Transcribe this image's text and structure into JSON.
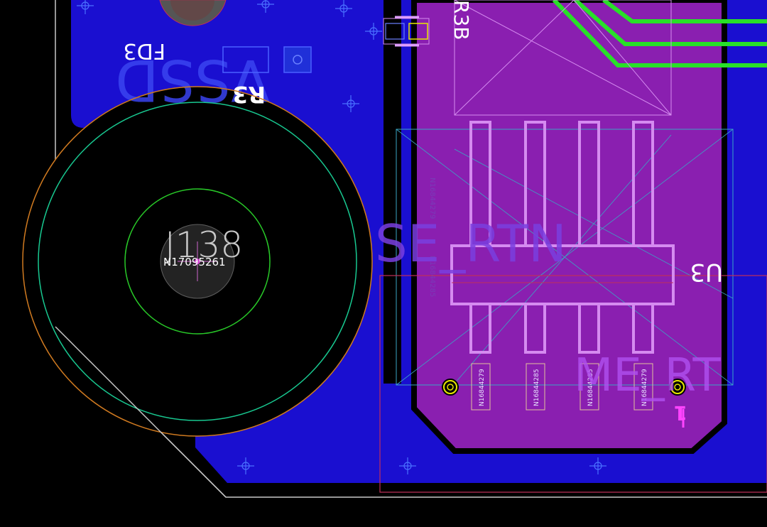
{
  "window": {
    "title": ""
  },
  "colors": {
    "background": "#000000",
    "copper_pour": "#1a0fd0",
    "pad_region": "#8a1fb0",
    "silk_white": "#ffffff",
    "silk_magenta": "#d58bf0",
    "trace_green": "#28e028",
    "courtyard_cyan": "#3aa6c4",
    "fab_red": "#c0305a",
    "board_outline": "#c8c8c8",
    "mounting_hole_ring": "#18c890",
    "keepout_orange": "#d07a20"
  },
  "silkscreen": {
    "fd3_label": "FD3",
    "r3_label": "R3",
    "r3b_label": "R3B",
    "u3_label": "U3",
    "pin1_marker": "1"
  },
  "nets": {
    "vssd": "VSSD",
    "se_rtn": "SE_RTN",
    "me_rtn": "ME_RT",
    "mounting_hole_name": "J138",
    "mounting_hole_net": "N17095261",
    "pad_net_1": "N16844279",
    "pad_net_2": "N16844285",
    "pad_net_3": "N16844285",
    "pad_net_4": "N16844279",
    "ghost_text_1": "N16844279",
    "ghost_text_2": "N16844285"
  }
}
